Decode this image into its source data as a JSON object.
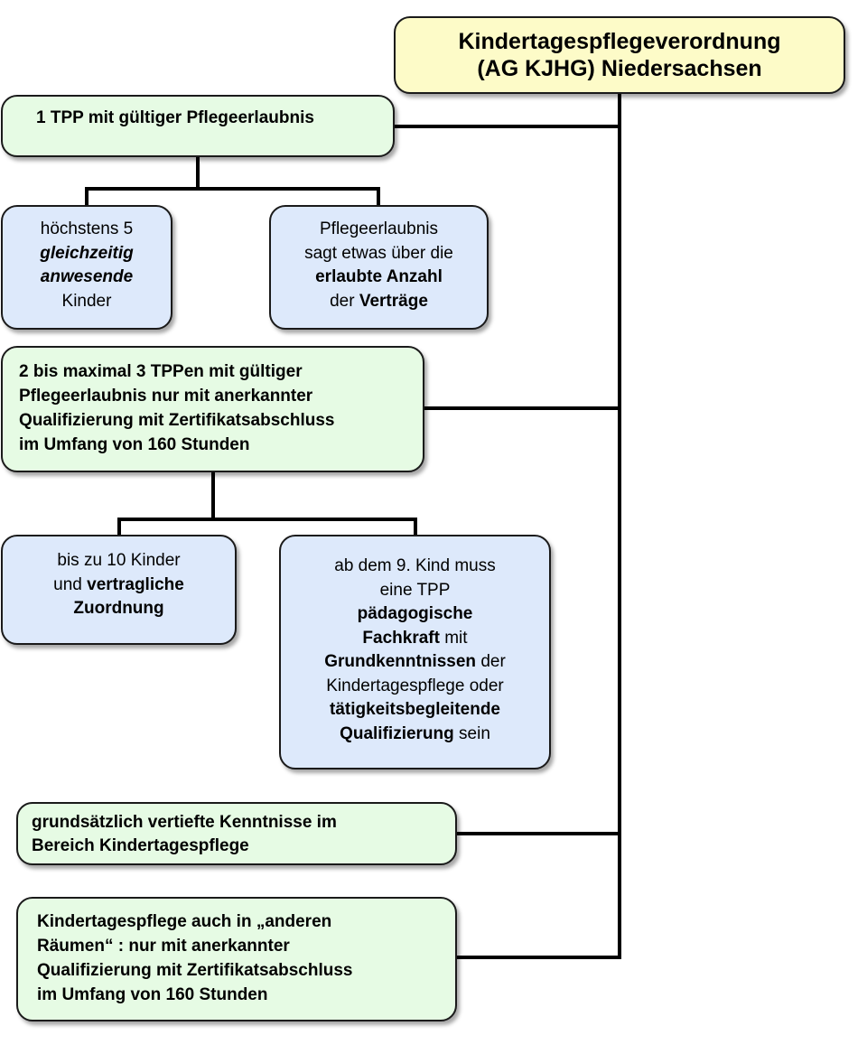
{
  "title": {
    "line1": "Kindertagespflegeverordnung",
    "line2": "(AG KJHG) Niedersachsen"
  },
  "box1": {
    "text": "1 TPP mit gültiger Pflegeerlaubnis"
  },
  "box1a": {
    "l1": "höchstens 5",
    "l2": "gleichzeitig",
    "l3": "anwesende",
    "l4": "Kinder"
  },
  "box1b": {
    "l1": "Pflegeerlaubnis",
    "l2": "sagt etwas über die",
    "l3": "erlaubte Anzahl",
    "l4a": "der ",
    "l4b": "Verträge"
  },
  "box2": {
    "l1": "2 bis maximal 3 TPPen mit gültiger",
    "l2": "Pflegeerlaubnis nur mit anerkannter",
    "l3": "Qualifizierung mit Zertifikatsabschluss",
    "l4": "im Umfang von 160 Stunden"
  },
  "box2a": {
    "l1": "bis zu 10 Kinder",
    "l2a": "und ",
    "l2b": "vertragliche",
    "l3": "Zuordnung"
  },
  "box2b": {
    "l1": "ab dem 9. Kind muss",
    "l2": "eine TPP",
    "l3": "pädagogische",
    "l4a": "Fachkraft",
    "l4b": " mit",
    "l5a": "Grundkenntnissen",
    "l5b": " der",
    "l6": "Kindertagespflege oder",
    "l7": "tätigkeitsbegleitende",
    "l8a": "Qualifizierung",
    "l8b": " sein"
  },
  "box3": {
    "l1": "grundsätzlich vertiefte Kenntnisse im",
    "l2": "Bereich Kindertagespflege"
  },
  "box4": {
    "l1": "Kindertagespflege auch in „anderen",
    "l2": "Räumen“ : nur mit anerkannter",
    "l3": "Qualifizierung mit Zertifikatsabschluss",
    "l4": "im Umfang von 160 Stunden"
  },
  "colors": {
    "title_fill": "#fdfbc8",
    "green_fill": "#e6fbe4",
    "blue_fill": "#dde9fb",
    "line": "#000000"
  }
}
